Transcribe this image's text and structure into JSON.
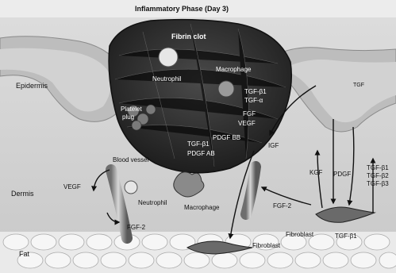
{
  "title": "Inflammatory Phase (Day 3)",
  "layers": {
    "epidermis": "Epidermis",
    "dermis": "Dermis",
    "fat": "Fat"
  },
  "clot": {
    "fibrin_clot": "Fibrin clot",
    "neutrophil": "Neutrophil",
    "macrophage": "Macrophage",
    "platelet_plug_1": "Platelet",
    "platelet_plug_2": "plug",
    "tgf_b1": "TGF-β1",
    "tgf_a": "TGF-α",
    "fgf": "FGF",
    "vegf": "VEGF",
    "pdgf_bb": "PDGF BB",
    "tgf_b1_lower": "TGF-β1",
    "pdgf_ab": "PDGF AB"
  },
  "dermis_labels": {
    "blood_vessel": "Blood vessel",
    "vegf": "VEGF",
    "neutrophil": "Neutrophil",
    "macrophage": "Macrophage",
    "fgf2_left": "FGF-2",
    "fibroblast": "Fibroblast",
    "igf": "IGF",
    "fgf2_right": "FGF-2",
    "kgf": "KGF",
    "pdgf": "PDGF",
    "tgf_b1": "TGF-β1",
    "tgf_b2": "TGF-β2",
    "tgf_b3": "TGF-β3",
    "fibroblast_right": "Fibroblast",
    "tgf_b1_bottom": "TGF-β1",
    "tgf_epidermis": "TGF"
  }
}
